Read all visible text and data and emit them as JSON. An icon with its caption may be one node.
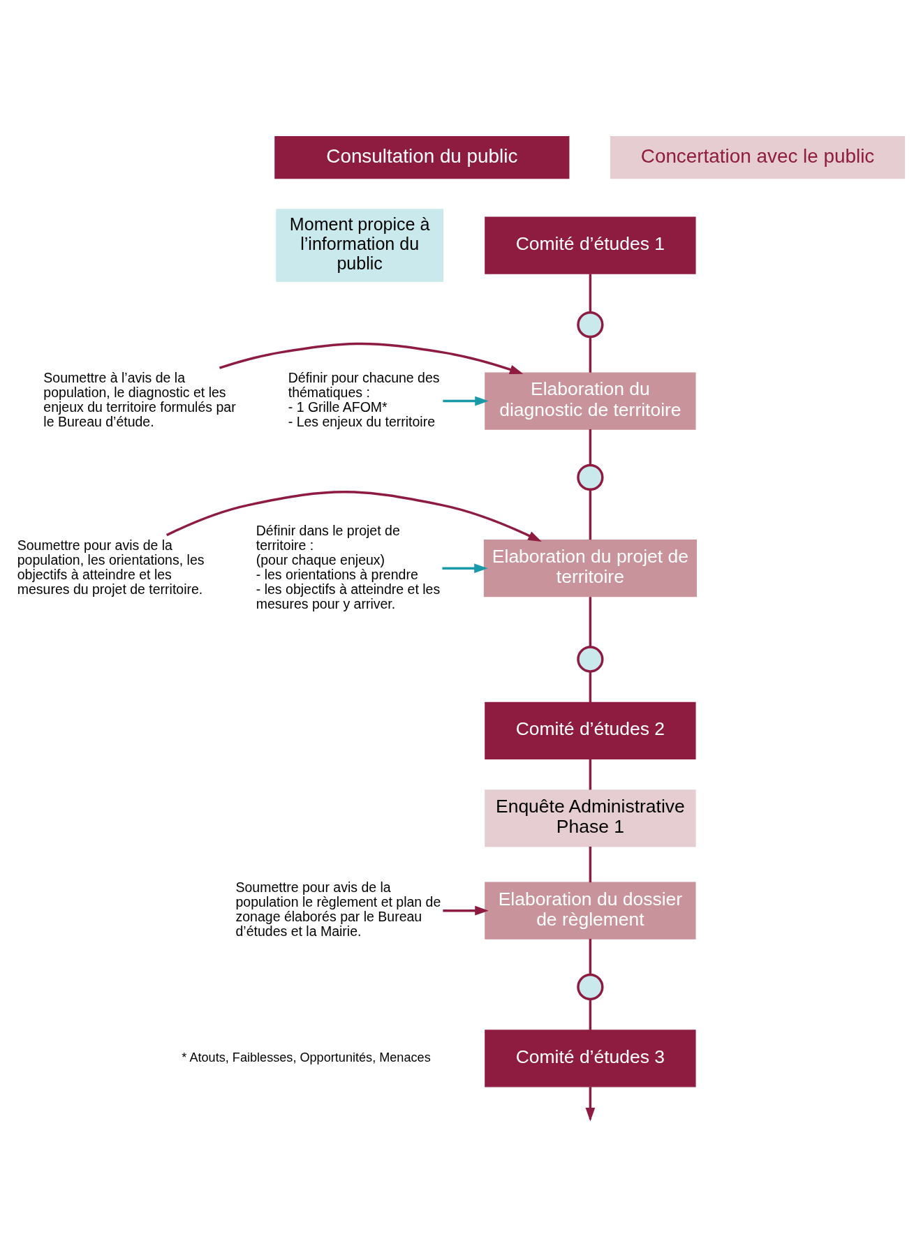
{
  "diagram": {
    "nodes": [
      {
        "text": [
          "Consultation du public"
        ]
      },
      {
        "text": [
          "Concertation avec le public"
        ]
      },
      {
        "text": [
          "Comité d’études 1"
        ]
      },
      {
        "text": [],
        "shape": "circle"
      },
      {
        "text": [
          "Soumettre à l’avis de la population, le diagnostic et les enjeux du territoire formulés par le Bureau d’étude."
        ]
      },
      {
        "text": [
          "Elaboration du diagnostic de territoire"
        ]
      },
      {
        "text": [
          "Définir pour chacune des thématiques :",
          "- 1 Grille AFOM*",
          "- Les enjeux du territoire"
        ]
      },
      {
        "text": [],
        "shape": "circle"
      },
      {
        "text": [
          "Soumettre pour avis de la population, les orientations, les objectifs à atteindre et les mesures du projet de territoire."
        ]
      },
      {
        "text": [
          "Elaboration du projet de territoire"
        ]
      },
      {
        "text": [
          "Définir dans le projet de territoire :",
          "(pour chaque enjeux)",
          "- les orientations à prendre",
          "- les objectifs à atteindre et les mesures pour y arriver."
        ]
      },
      {
        "text": [],
        "shape": "circle"
      },
      {
        "text": [
          "Comité d’études 2"
        ]
      },
      {
        "text": [
          "Enquête Administrative Phase 1"
        ]
      },
      {
        "text": [
          "Soumettre pour avis de la population le règlement et plan de zonage élaborés par le Bureau d’études et la Mairie."
        ]
      },
      {
        "text": [
          "Elaboration du dossier de règlement"
        ]
      },
      {
        "text": [],
        "shape": "circle"
      },
      {
        "text": [
          "Comité d’études 3"
        ]
      }
    ],
    "edges": [
      {
        "from": 2,
        "to": 3,
        "arrow": "none"
      },
      {
        "from": 3,
        "to": 5,
        "arrow": "none"
      },
      {
        "from": 4,
        "to": 5,
        "arrow": "to"
      },
      {
        "from": 6,
        "to": 5,
        "arrow": "to",
        "color": "#1a9aa8"
      },
      {
        "from": 5,
        "to": 7,
        "arrow": "none"
      },
      {
        "from": 7,
        "to": 9,
        "arrow": "none"
      },
      {
        "from": 8,
        "to": 9,
        "arrow": "to"
      },
      {
        "from": 10,
        "to": 9,
        "arrow": "to",
        "color": "#1a9aa8"
      },
      {
        "from": 9,
        "to": 11,
        "arrow": "none"
      },
      {
        "from": 11,
        "to": 12,
        "arrow": "none"
      },
      {
        "from": 12,
        "to": 13,
        "arrow": "none"
      },
      {
        "from": 13,
        "to": 15,
        "arrow": "none"
      },
      {
        "from": 14,
        "to": 15,
        "arrow": "to"
      },
      {
        "from": 15,
        "to": 16,
        "arrow": "none"
      },
      {
        "from": 16,
        "to": 17,
        "arrow": "none"
      },
      {
        "from": 17,
        "to": null,
        "arrow": "to"
      }
    ],
    "labels": [
      "* Atouts, Faiblesses, Opportunités, Menaces"
    ],
    "legend": [
      {
        "text": "Moment propice à l’information du public",
        "color": "#c9e9ec"
      }
    ]
  }
}
